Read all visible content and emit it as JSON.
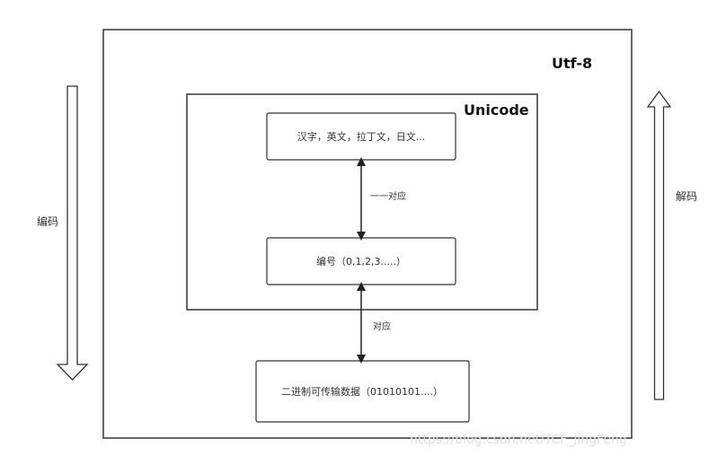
{
  "diagram": {
    "outer_container": {
      "title": "Utf-8"
    },
    "inner_container": {
      "title": "Unicode"
    },
    "nodes": {
      "characters": "汉字，英文，拉丁文，日文...",
      "code_points": "编号（0,1,2,3.....）",
      "binary_data": "二进制可传输数据（01010101....）"
    },
    "connectors": {
      "characters_to_code_points": "一一对应",
      "code_points_to_binary": "对应"
    },
    "side_arrows": {
      "encode": "编码",
      "decode": "解码"
    }
  },
  "watermark": "https://blog.csdn.net/TCF_JingFeng"
}
